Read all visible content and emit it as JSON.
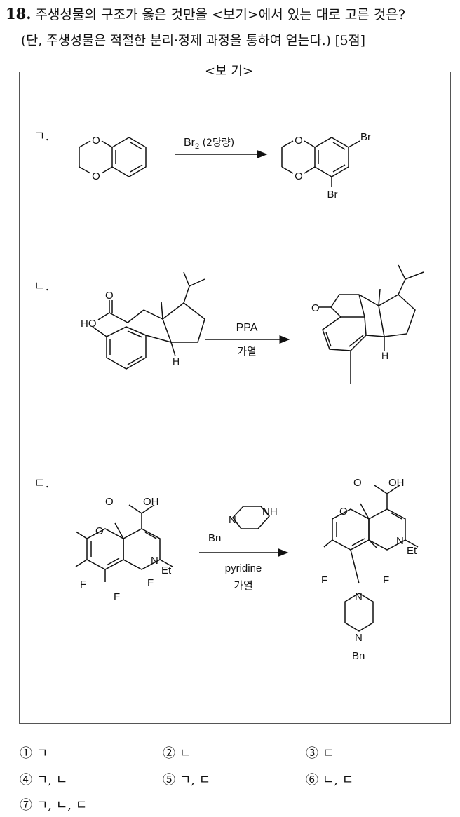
{
  "question": {
    "number": "18.",
    "text": "주생성물의 구조가 옳은 것만을 <보기>에서 있는 대로 고른 것은?",
    "note": "(단, 주생성물은 적절한 분리·정제 과정을 통하여 얻는다.) [5점]"
  },
  "box": {
    "title": "<보 기>",
    "items": [
      {
        "label": "ㄱ.",
        "reagent_main": "Br",
        "reagent_sub": "2",
        "reagent_tail": " (2당량)",
        "atom_o": "O",
        "atom_br": "Br"
      },
      {
        "label": "ㄴ.",
        "reagent_top": "PPA",
        "reagent_bottom": "가열",
        "atom_ho": "HO",
        "atom_o": "O",
        "atom_h": "H"
      },
      {
        "label": "ㄷ.",
        "atom_oh": "OH",
        "atom_o": "O",
        "atom_n": "N",
        "atom_nh": "NH",
        "atom_et": "Et",
        "atom_f": "F",
        "atom_bn": "Bn",
        "reagent_bottom": "pyridine",
        "reagent_bottom2": "가열"
      }
    ]
  },
  "choices": [
    {
      "num": "①",
      "text": "ㄱ"
    },
    {
      "num": "②",
      "text": "ㄴ"
    },
    {
      "num": "③",
      "text": "ㄷ"
    },
    {
      "num": "④",
      "text": "ㄱ, ㄴ"
    },
    {
      "num": "⑤",
      "text": "ㄱ, ㄷ"
    },
    {
      "num": "⑥",
      "text": "ㄴ, ㄷ"
    },
    {
      "num": "⑦",
      "text": "ㄱ, ㄴ, ㄷ"
    }
  ]
}
